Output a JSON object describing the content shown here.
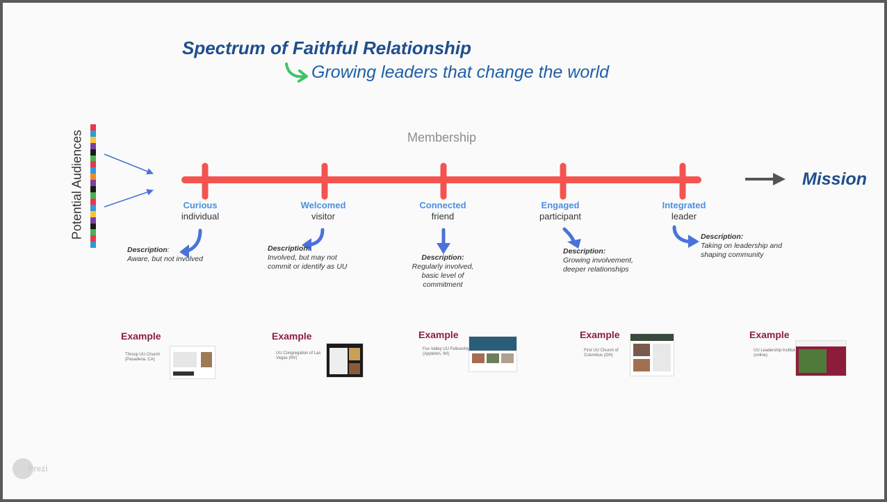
{
  "title": "Spectrum of Faithful Relationship",
  "subtitle": "Growing leaders that change the world",
  "membership_label": "Membership",
  "audiences_label": "Potential Audiences",
  "mission_label": "Mission",
  "colors": {
    "timeline": "#f4544f",
    "title": "#1f4e8c",
    "stage_name": "#4a90e2",
    "arrow_blue": "#4a72d9",
    "subtitle_arrow": "#3fc46a",
    "example_title": "#8b1d45"
  },
  "stages": [
    {
      "name": "Curious",
      "role": "individual",
      "desc_head": "Description",
      "desc_body": "Aware, but not involved",
      "example_label": "Example",
      "example_caption": "Throop UU Church (Pasadena, CA)"
    },
    {
      "name": "Welcomed",
      "role": "visitor",
      "desc_head": "Description:",
      "desc_body": "Involved, but may not commit or identify as UU",
      "example_label": "Example",
      "example_caption": "UU Congregation of Las Vegas (NV)"
    },
    {
      "name": "Connected",
      "role": "friend",
      "desc_head": "Description:",
      "desc_body": "Regularly involved, basic level of commitment",
      "example_label": "Example",
      "example_caption": "Fox Valley UU Fellowship (Appleton, WI)"
    },
    {
      "name": "Engaged",
      "role": "participant",
      "desc_head": "Description:",
      "desc_body": "Growing involvement, deeper relationships",
      "example_label": "Example",
      "example_caption": "First UU Church of Columbus (OH)"
    },
    {
      "name": "Integrated",
      "role": "leader",
      "desc_head": "Description:",
      "desc_body": "Taking on leadership and shaping community",
      "example_label": "Example",
      "example_caption": "UU Leadership Institute (online)"
    }
  ],
  "watermark": "Prezi"
}
